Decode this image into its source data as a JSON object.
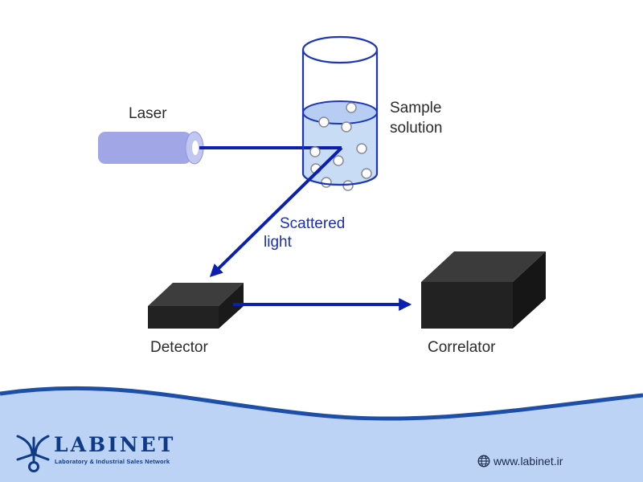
{
  "diagram": {
    "labels": {
      "laser": "Laser",
      "sample_line1": "Sample",
      "sample_line2": "solution",
      "scattered_line1": "Scattered",
      "scattered_line2": "light",
      "detector": "Detector",
      "correlator": "Correlator"
    }
  },
  "footer": {
    "brand": "LABINET",
    "tagline": "Laboratory & Industrial Sales Network",
    "website": "www.labinet.ir",
    "website_icon": "globe-icon"
  },
  "colors": {
    "beam": "#0b1fb0",
    "laser_body": "#a0a6e6",
    "liquid": "#c9dcf6",
    "wave_light": "#bcd3f5",
    "wave_dark": "#1d4fa8",
    "brand": "#0e3a86"
  }
}
